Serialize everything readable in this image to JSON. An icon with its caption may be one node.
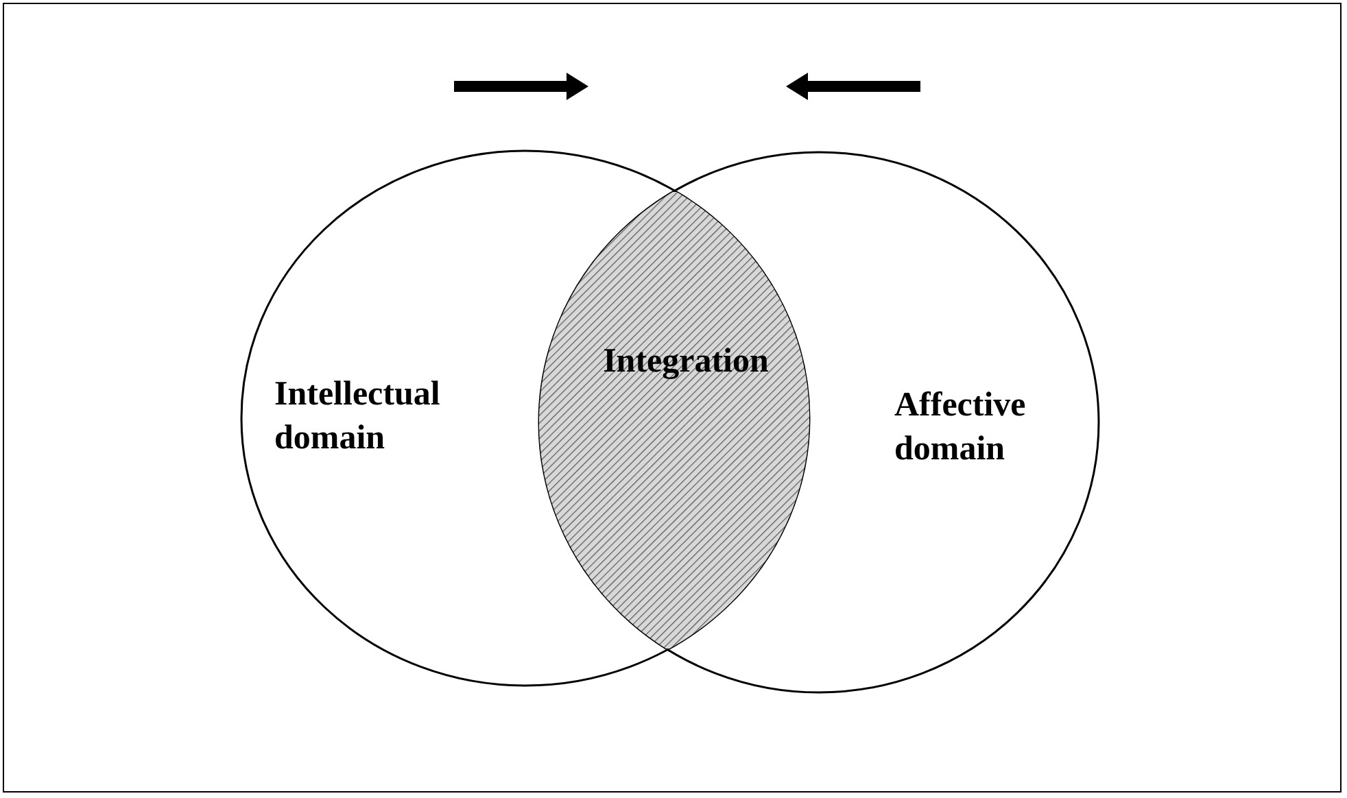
{
  "diagram": {
    "nodes": [
      {
        "text": [
          "Intellectual domain"
        ]
      },
      {
        "text": [
          "Affective domain"
        ]
      },
      {
        "text": [
          "Integration"
        ]
      }
    ]
  }
}
